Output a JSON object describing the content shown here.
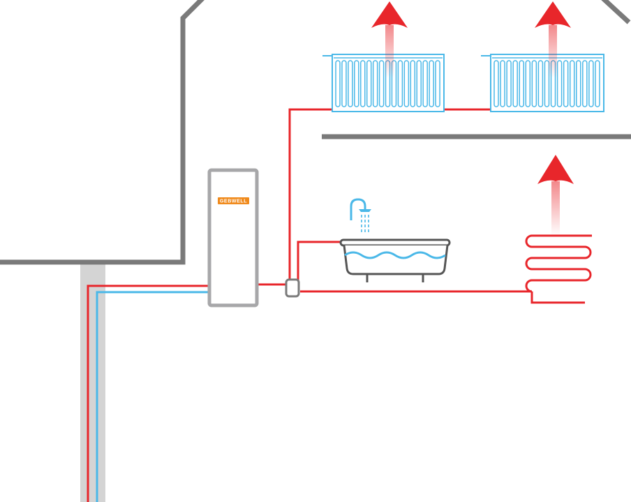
{
  "brand": {
    "logo_text": "GEBWELL",
    "logo_color": "#f08a1c"
  },
  "colors": {
    "wall": "#7a7a7a",
    "hot_pipe": "#e8262b",
    "cold_pipe": "#4ab8e8",
    "borehole": "#d4d4d4",
    "unit_frame": "#a7a7a9",
    "radiator": "#4ab8e8",
    "heat_arrow": "#e8262b",
    "bathtub": "#555555",
    "bath_water": "#4ab8e8",
    "floor_heating": "#e8262b"
  },
  "components": {
    "radiator_count": 2,
    "floor_heating_loops": 4,
    "heat_arrows": 3
  },
  "icons": {
    "shower": "shower-icon",
    "bathtub": "bathtub-icon",
    "radiator": "radiator-icon",
    "heat_arrow": "heat-rising-arrow-icon",
    "floor_heating": "underfloor-heating-coil-icon",
    "heat_pump": "heat-pump-unit-icon"
  }
}
